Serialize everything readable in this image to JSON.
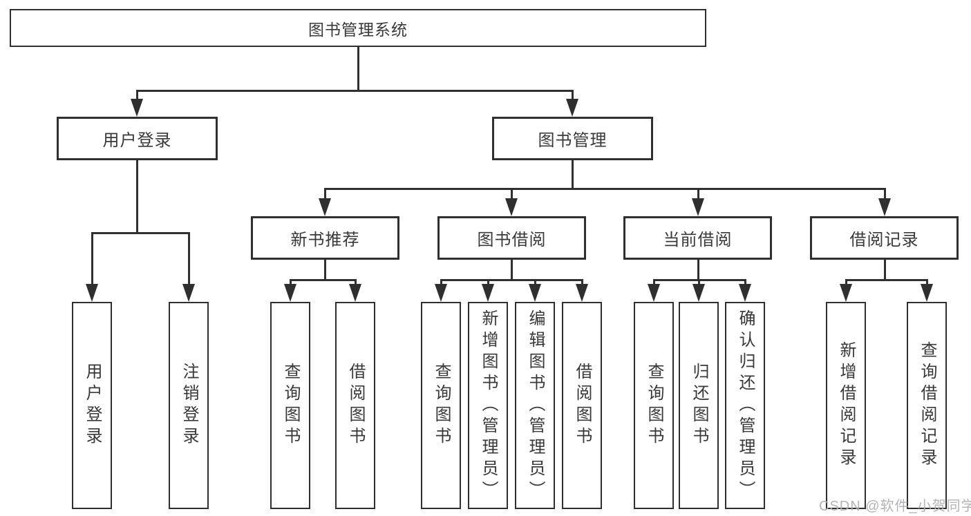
{
  "diagram": {
    "title": "图书管理系统",
    "nodes": {
      "root": {
        "label": "图书管理系统"
      },
      "level2": [
        {
          "label": "用户登录"
        },
        {
          "label": "图书管理"
        }
      ],
      "level3": [
        {
          "label": "新书推荐",
          "parent": "图书管理"
        },
        {
          "label": "图书借阅",
          "parent": "图书管理"
        },
        {
          "label": "当前借阅",
          "parent": "图书管理"
        },
        {
          "label": "借阅记录",
          "parent": "图书管理"
        }
      ],
      "leaves": [
        {
          "label": "用户登录",
          "parent": "用户登录"
        },
        {
          "label": "注销登录",
          "parent": "用户登录"
        },
        {
          "label": "查询图书",
          "parent": "新书推荐"
        },
        {
          "label": "借阅图书",
          "parent": "新书推荐"
        },
        {
          "label": "查询图书",
          "parent": "图书借阅"
        },
        {
          "label": "新增图书（管理员）",
          "parent": "图书借阅"
        },
        {
          "label": "编辑图书（管理员）",
          "parent": "图书借阅"
        },
        {
          "label": "借阅图书",
          "parent": "图书借阅"
        },
        {
          "label": "查询图书",
          "parent": "当前借阅"
        },
        {
          "label": "归还图书",
          "parent": "当前借阅"
        },
        {
          "label": "确认归还（管理员）",
          "parent": "当前借阅"
        },
        {
          "label": "新增借阅记录",
          "parent": "借阅记录"
        },
        {
          "label": "查询借阅记录",
          "parent": "借阅记录"
        }
      ]
    },
    "colors": {
      "line": "#2f2f2f",
      "text": "#383838",
      "background": "#ffffff",
      "watermark": "#adafb2"
    }
  },
  "watermark": {
    "text": "CSDN @软件_小贺同学"
  }
}
